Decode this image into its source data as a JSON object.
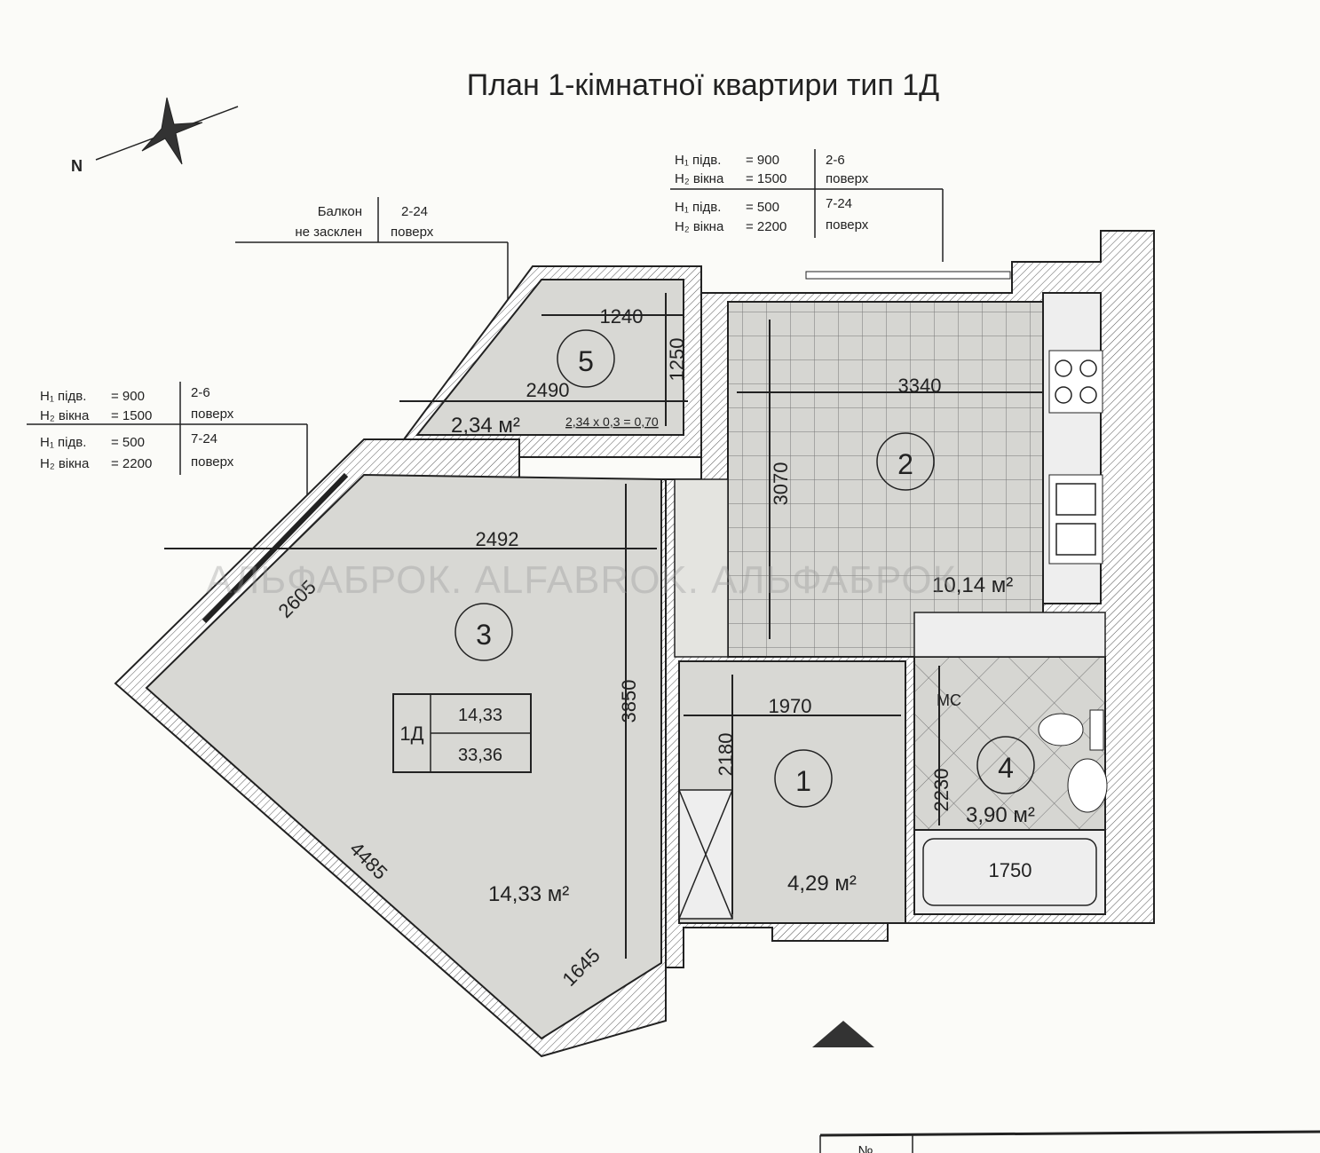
{
  "title": "План 1-кімнатної квартири тип 1Д",
  "compass": {
    "north_label": "N"
  },
  "watermark": "АЛЬФАБРОК. ALFABROK. АЛЬФАБРОК",
  "window_notes": {
    "top": [
      {
        "h1": "H₁ підв.",
        "v1": "=  900",
        "floors1": "2-6",
        "h2": "H₂ вікна",
        "v2": "= 1500",
        "floors2": "поверх"
      },
      {
        "h1": "H₁ підв.",
        "v1": "=  500",
        "floors1": "7-24",
        "h2": "H₂ вікна",
        "v2": "= 2200",
        "floors2": "поверх"
      }
    ],
    "left": [
      {
        "h1": "H₁ підв.",
        "v1": "=  900",
        "floors1": "2-6",
        "h2": "H₂ вікна",
        "v2": "= 1500",
        "floors2": "поверх"
      },
      {
        "h1": "H₁ підв.",
        "v1": "=  500",
        "floors1": "7-24",
        "h2": "H₂ вікна",
        "v2": "= 2200",
        "floors2": "поверх"
      }
    ]
  },
  "balcony_note": {
    "line1": "Балкон",
    "line2": "не засклен",
    "floors1": "2-24",
    "floors2": "поверх"
  },
  "rooms": {
    "r1": {
      "num": "1",
      "area": "4,29 м²"
    },
    "r2": {
      "num": "2",
      "area": "10,14 м²"
    },
    "r3": {
      "num": "3",
      "area": "14,33 м²"
    },
    "r4": {
      "num": "4",
      "area": "3,90 м²",
      "label": "МС"
    },
    "r5": {
      "num": "5",
      "area": "2,34 м²",
      "calc": "2,34 x 0,3 = 0,70"
    }
  },
  "dimensions": {
    "d1240": "1240",
    "d1250": "1250",
    "d2490": "2490",
    "d3340": "3340",
    "d3070": "3070",
    "d2492": "2492",
    "d2605": "2605",
    "d3850": "3850",
    "d4485": "4485",
    "d1645": "1645",
    "d1970": "1970",
    "d2180": "2180",
    "d2230": "2230",
    "d1750": "1750"
  },
  "apt_box": {
    "type": "1Д",
    "living": "14,33",
    "total": "33,36"
  },
  "table": {
    "header": "№"
  }
}
